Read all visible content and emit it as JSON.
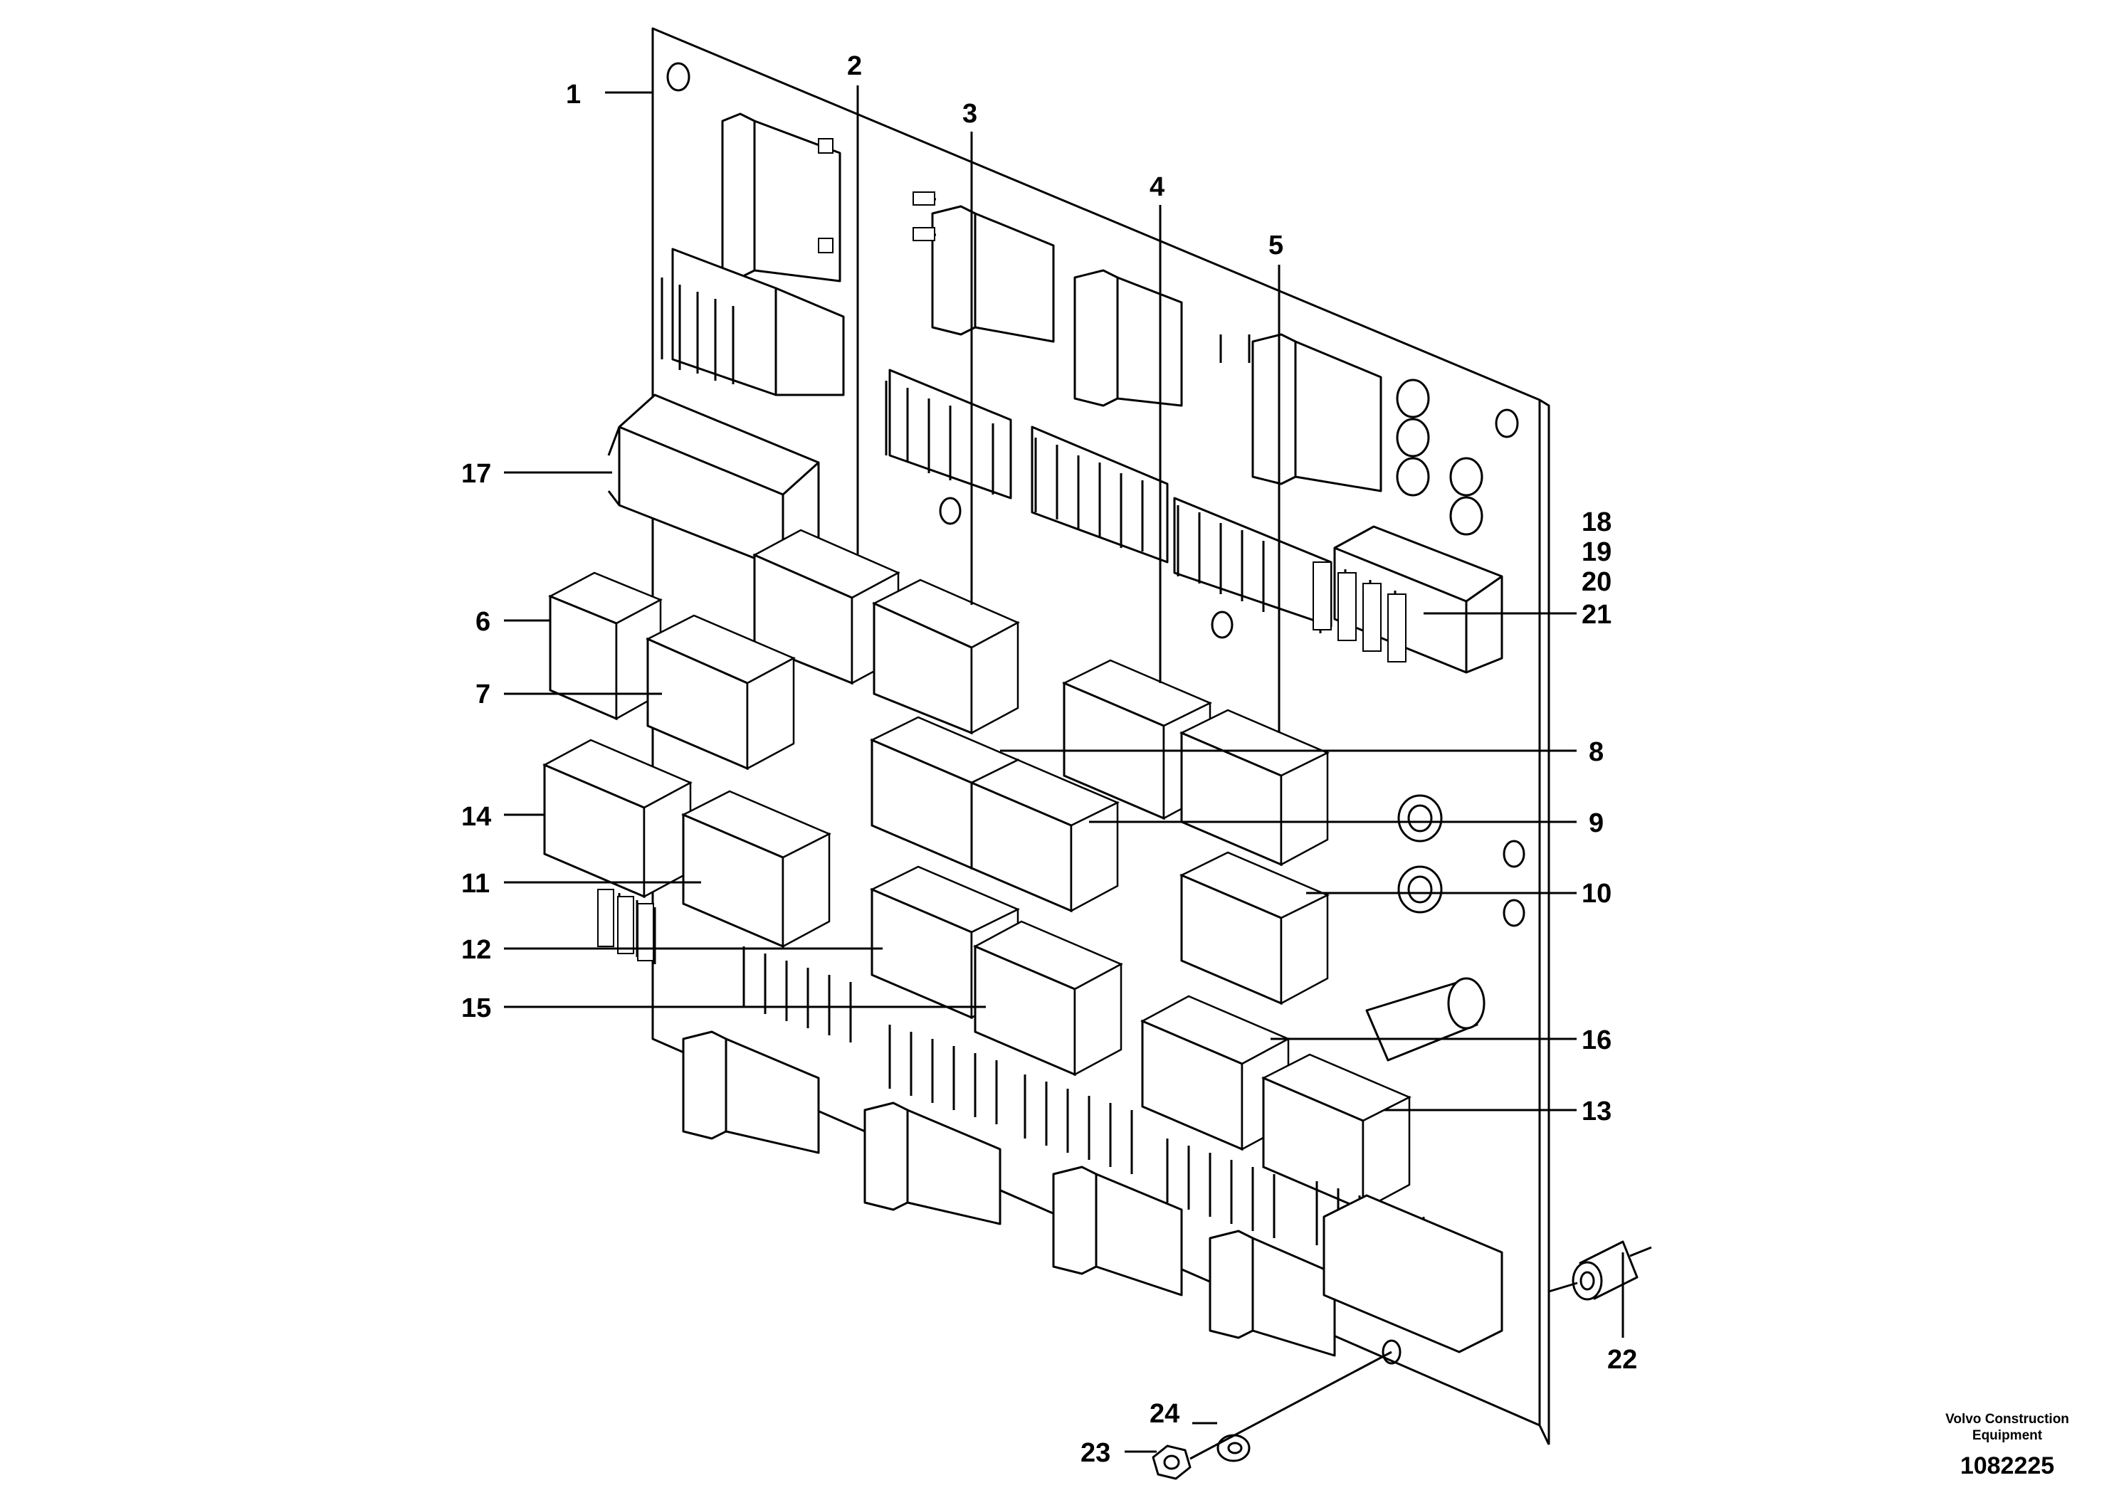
{
  "diagram": {
    "callouts": [
      {
        "id": "1",
        "text": "1"
      },
      {
        "id": "2",
        "text": "2"
      },
      {
        "id": "3",
        "text": "3"
      },
      {
        "id": "4",
        "text": "4"
      },
      {
        "id": "5",
        "text": "5"
      },
      {
        "id": "6",
        "text": "6"
      },
      {
        "id": "7",
        "text": "7"
      },
      {
        "id": "8",
        "text": "8"
      },
      {
        "id": "9",
        "text": "9"
      },
      {
        "id": "10",
        "text": "10"
      },
      {
        "id": "11",
        "text": "11"
      },
      {
        "id": "12",
        "text": "12"
      },
      {
        "id": "13",
        "text": "13"
      },
      {
        "id": "14",
        "text": "14"
      },
      {
        "id": "15",
        "text": "15"
      },
      {
        "id": "16",
        "text": "16"
      },
      {
        "id": "17",
        "text": "17"
      },
      {
        "id": "18",
        "text": "18"
      },
      {
        "id": "19",
        "text": "19"
      },
      {
        "id": "20",
        "text": "20"
      },
      {
        "id": "21",
        "text": "21"
      },
      {
        "id": "22",
        "text": "22"
      },
      {
        "id": "23",
        "text": "23"
      },
      {
        "id": "24",
        "text": "24"
      }
    ],
    "brand_line1": "Volvo Construction",
    "brand_line2": "Equipment",
    "figure_number": "1082225"
  },
  "colors": {
    "line": "#000000",
    "background": "#ffffff"
  }
}
